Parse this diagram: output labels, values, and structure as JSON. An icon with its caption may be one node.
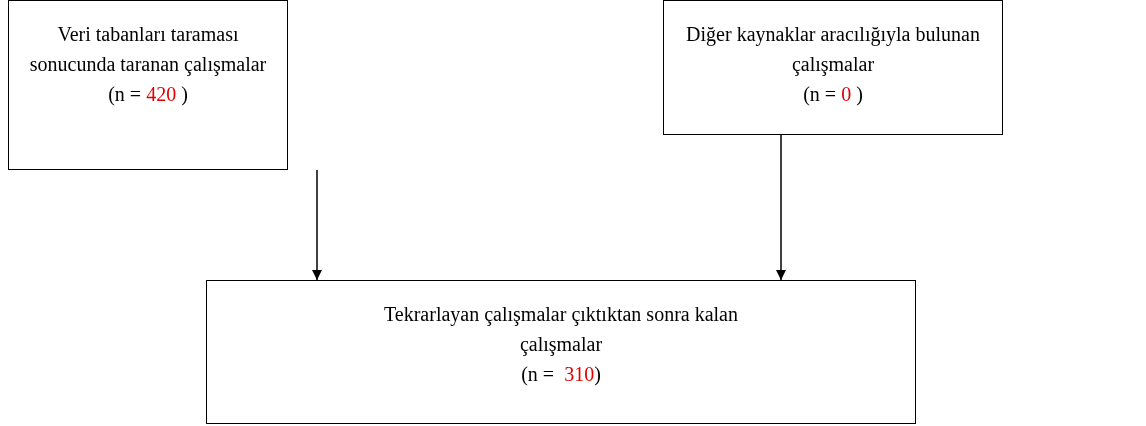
{
  "diagram": {
    "nodes": [
      {
        "text": [
          "Veri tabanları taraması sonucunda taranan çalışmalar",
          "(n = 420 )"
        ]
      },
      {
        "text": [
          "Diğer kaynaklar aracılığıyla bulunan çalışmalar",
          "(n = 0 )"
        ]
      },
      {
        "text": [
          "Tekrarlayan çalışmalar çıktıktan sonra kalan çalışmalar",
          "(n =  310)"
        ]
      }
    ],
    "edges": [
      {
        "from": 0,
        "to": 2,
        "arrow": "to"
      },
      {
        "from": 1,
        "to": 2,
        "arrow": "to"
      }
    ]
  }
}
